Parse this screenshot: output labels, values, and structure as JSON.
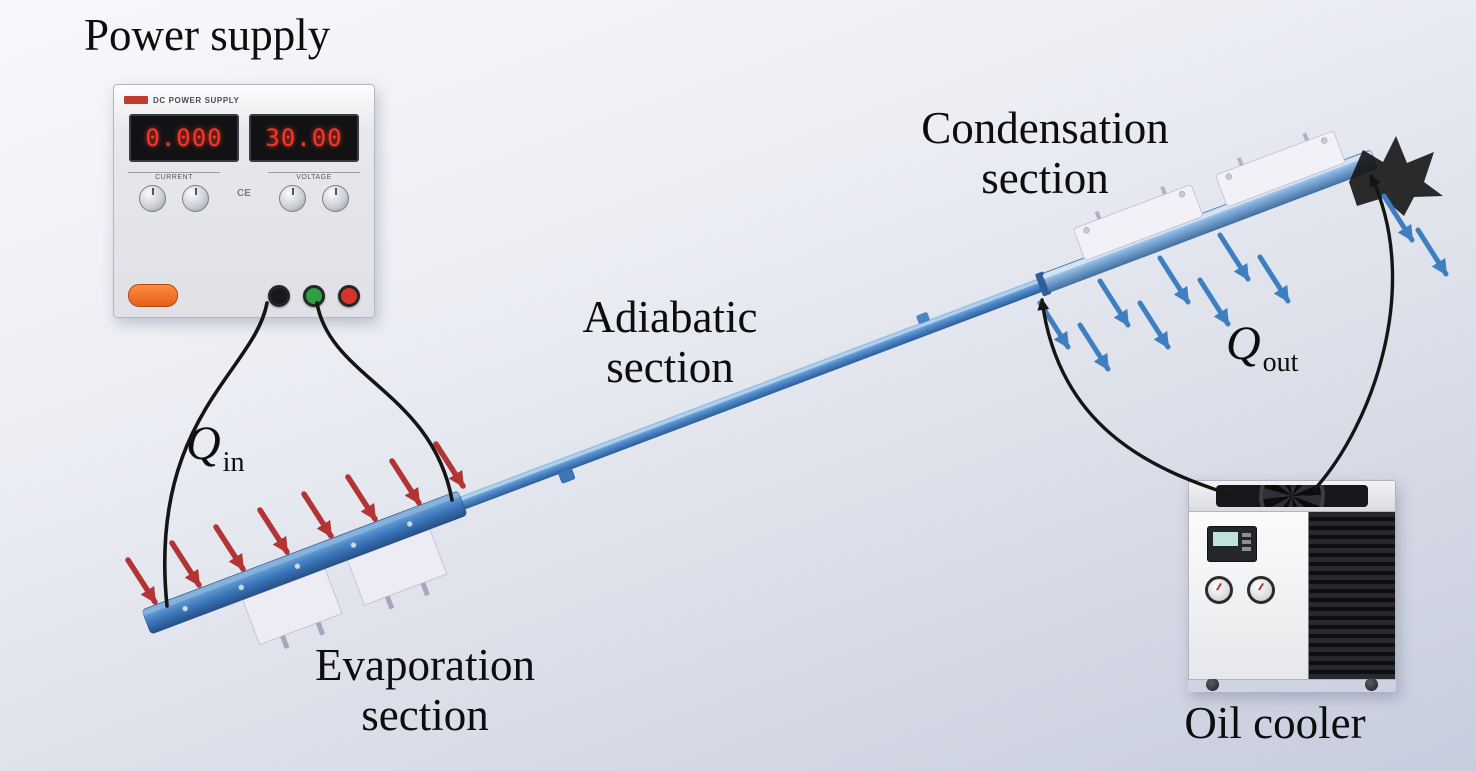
{
  "labels": {
    "power_supply": "Power supply",
    "evaporation": [
      "Evaporation",
      "section"
    ],
    "adiabatic": [
      "Adiabatic",
      "section"
    ],
    "condensation": [
      "Condensation",
      "section"
    ],
    "oil_cooler": "Oil cooler",
    "q_in": {
      "symbol": "Q",
      "sub": "in"
    },
    "q_out": {
      "symbol": "Q",
      "sub": "out"
    }
  },
  "power_supply_device": {
    "panel_title": "DC POWER SUPPLY",
    "display_current": "0.000",
    "display_voltage": "30.00",
    "label_current": "CURRENT",
    "label_voltage": "VOLTAGE",
    "ce_mark": "CE"
  },
  "colors": {
    "pipe_blue": "#4e89c8",
    "evaporator_blue": "#3f7cc0",
    "condenser_tube_blue": "#7aa8d8",
    "heat_in_arrow_red": "#b23434",
    "heat_out_arrow_blue": "#3d7fc1",
    "wire_black": "#151515",
    "block_white": "#f3f1f8",
    "background_top": "#f7f8fb",
    "background_bottom": "#c7cdde"
  }
}
